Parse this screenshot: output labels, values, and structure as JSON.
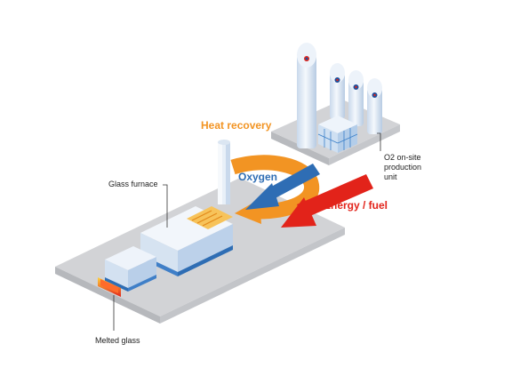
{
  "labels": {
    "heat_recovery": "Heat recovery",
    "oxygen": "Oxygen",
    "energy_fuel": "Energy / fuel",
    "glass_furnace": "Glass furnace",
    "melted_glass": "Melted glass",
    "o2_unit_line1": "O2 on-site",
    "o2_unit_line2": "production",
    "o2_unit_line3": "unit"
  },
  "colors": {
    "heat_recovery": "#f29423",
    "oxygen": "#2e6db4",
    "energy_fuel": "#e2231a",
    "platform": "#d2d3d6",
    "equipment": "#e6eef7"
  },
  "icons": {
    "tank_logo": "air-liquide-logo"
  }
}
